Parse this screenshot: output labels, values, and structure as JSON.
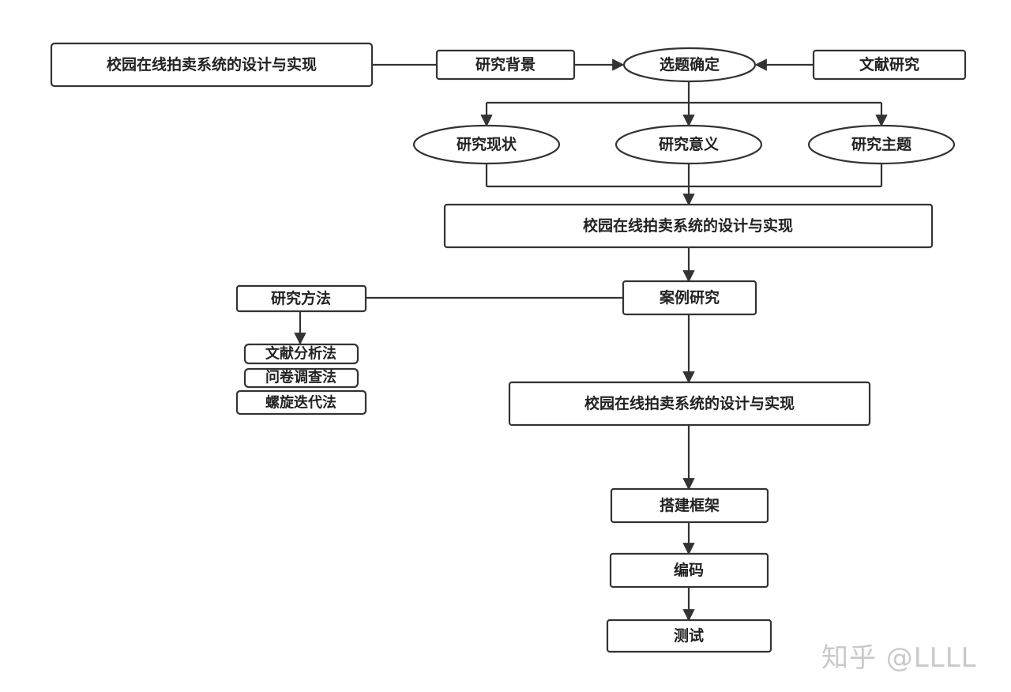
{
  "nodes": {
    "top_title": "校园在线拍卖系统的设计与实现",
    "background": "研究背景",
    "topic": "选题确定",
    "literature": "文献研究",
    "status": "研究现状",
    "significance": "研究意义",
    "theme": "研究主题",
    "main_title_1": "校园在线拍卖系统的设计与实现",
    "methods": "研究方法",
    "case_study": "案例研究",
    "method_literature": "文献分析法",
    "method_survey": "问卷调查法",
    "method_spiral": "螺旋迭代法",
    "main_title_2": "校园在线拍卖系统的设计与实现",
    "framework": "搭建框架",
    "coding": "编码",
    "testing": "测试"
  },
  "watermark": "知乎 @LLLL",
  "colors": {
    "stroke": "#333333",
    "text": "#222222",
    "watermark": "#c9c9c9"
  }
}
